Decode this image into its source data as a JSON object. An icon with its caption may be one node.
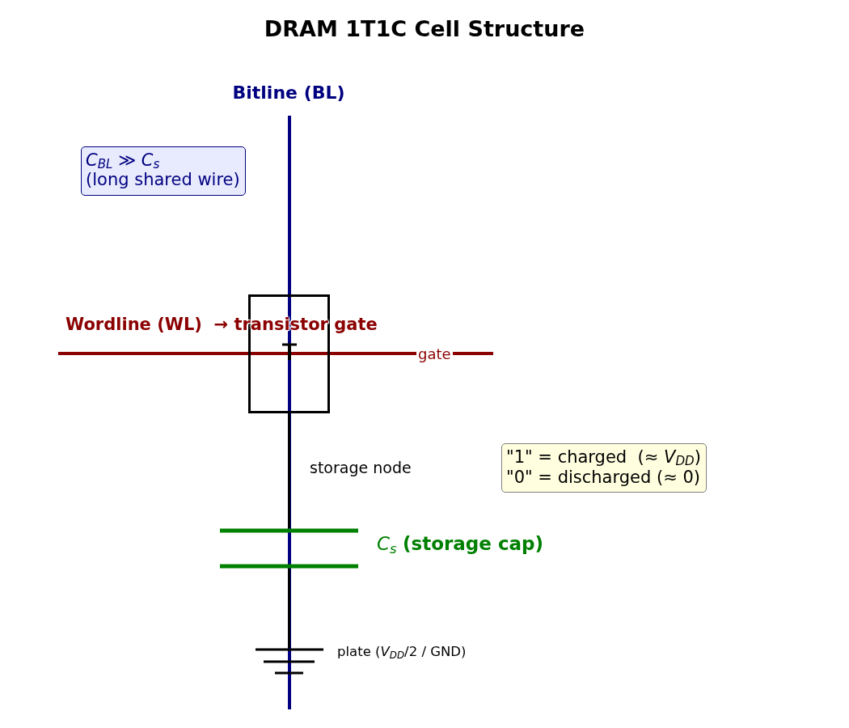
{
  "diagram": {
    "title": "DRAM 1T1C Cell Structure",
    "nodes": [
      {
        "text": [
          "*C*$_{BL}$ ≫ *C*$_{s}$",
          "(long shared wire)"
        ]
      },
      {
        "text": [],
        "shape": "box"
      },
      {
        "text": [
          "\"1\" = charged  (≈ *V*$_{DD}$)",
          "\"0\" = discharged (≈ 0)"
        ]
      },
      {
        "text": [],
        "shape": "capacitor",
        "beside": [
          "*C*$_{s}$ **(storage cap)**"
        ]
      },
      {
        "text": [],
        "shape": "ground",
        "beside": [
          "plate (*V*$_{DD}$/2 / GND)"
        ]
      }
    ],
    "edges": [
      {
        "from": 1,
        "to": 3,
        "arrow": "none",
        "label": "storage node"
      },
      {
        "from": 3,
        "to": 4,
        "arrow": "none"
      }
    ],
    "labels": [
      "Bitline (BL)",
      "Wordline (WL)  → transistor gate",
      "gate"
    ]
  }
}
